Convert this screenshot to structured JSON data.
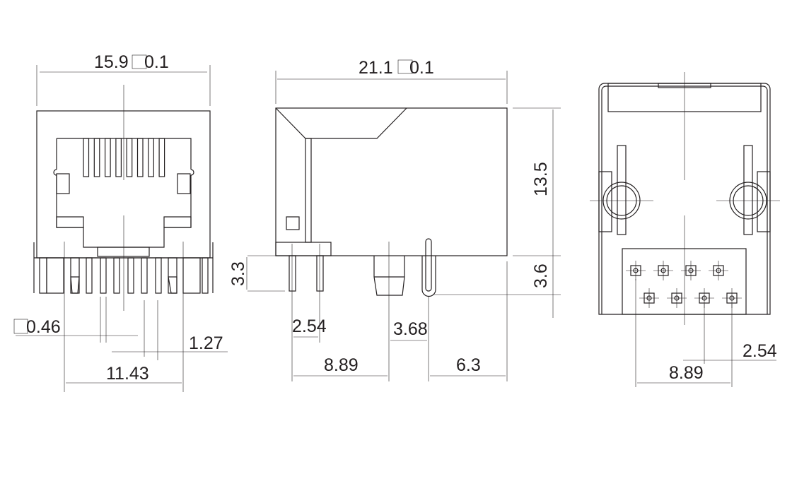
{
  "front_view": {
    "width_label": "15.9",
    "width_tol": "0.1",
    "pin_width_label": "0.46",
    "pin_pitch_label": "1.27",
    "pin_span_label": "11.43",
    "pin_count": 8
  },
  "side_view": {
    "length_label": "21.1",
    "length_tol": "0.1",
    "height_label": "13.5",
    "pin_length_label": "3.3",
    "shield_pin_label": "3.6",
    "pin_pitch_label": "2.54",
    "peg_offset_label": "3.68",
    "pin_to_peg_label": "8.89",
    "peg_to_end_label": "6.3"
  },
  "rear_view": {
    "row_pitch_label": "2.54",
    "row_span_label": "8.89",
    "hole_count": 8
  },
  "colors": {
    "line": "#231f20",
    "background": "#ffffff"
  }
}
